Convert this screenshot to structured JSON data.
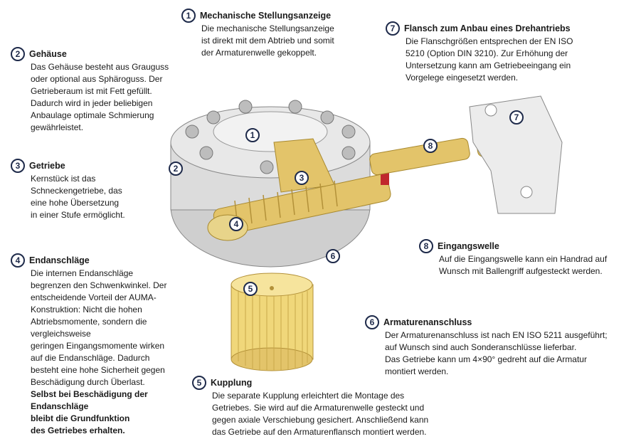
{
  "callouts": [
    {
      "num": "1",
      "title": "Mechanische Stellungsanzeige",
      "text": "Die mechanische Stellungsanzeige\nist direkt mit dem Abtrieb und somit\nder Armaturenwelle gekoppelt."
    },
    {
      "num": "2",
      "title": "Gehäuse",
      "text": "Das Gehäuse besteht aus Grauguss\noder optional aus Sphäroguss. Der\nGetrieberaum ist mit Fett gefüllt.\nDadurch wird in jeder beliebigen\nAnbaulage optimale Schmierung\ngewährleistet."
    },
    {
      "num": "3",
      "title": "Getriebe",
      "text": "Kernstück ist das\nSchneckengetriebe, das\neine hohe Übersetzung\nin einer Stufe ermöglicht."
    },
    {
      "num": "4",
      "title": "Endanschläge",
      "text": "Die internen Endanschläge\nbegrenzen den Schwenkwinkel. Der\nentscheidende Vorteil der AUMA-\nKonstruktion: Nicht die hohen\nAbtriebsmomente, sondern die\nvergleichsweise\ngeringen Eingangsmomente wirken\nauf die Endanschläge. Dadurch\nbesteht eine hohe Sicherheit gegen\nBeschädigung durch Überlast.",
      "bold": "Selbst bei Beschädigung der\nEndanschläge\nbleibt die Grundfunktion\ndes Getriebes erhalten."
    },
    {
      "num": "5",
      "title": "Kupplung",
      "text": "Die separate Kupplung erleichtert die Montage des\nGetriebes. Sie wird auf die Armaturenwelle gesteckt und\ngegen axiale Verschiebung gesichert. Anschließend kann\ndas Getriebe auf den Armaturenflansch montiert werden."
    },
    {
      "num": "6",
      "title": "Armaturenanschluss",
      "text": "Der Armaturenanschluss ist nach EN ISO 5211 ausgeführt;\nauf Wunsch sind auch Sonderanschlüsse lieferbar.\nDas Getriebe kann um 4×90° gedreht auf die Armatur\nmontiert werden."
    },
    {
      "num": "7",
      "title": "Flansch zum Anbau eines Drehantriebs",
      "text": "Die Flanschgrößen entsprechen der EN ISO\n5210 (Option DIN 3210). Zur Erhöhung der\nUntersetzung kann am Getriebeeingang ein\nVorgelege eingesetzt werden."
    },
    {
      "num": "8",
      "title": "Eingangswelle",
      "text": "Auf die Eingangswelle kann ein Handrad auf\nWunsch mit Ballengriff aufgesteckt werden."
    }
  ],
  "markers": [
    "1",
    "2",
    "3",
    "4",
    "5",
    "6",
    "7",
    "8"
  ],
  "colors": {
    "badge_border": "#1e2a4a",
    "brass": "#e3c46a",
    "housing": "#d8d8d8",
    "seal_red": "#c0282d"
  }
}
